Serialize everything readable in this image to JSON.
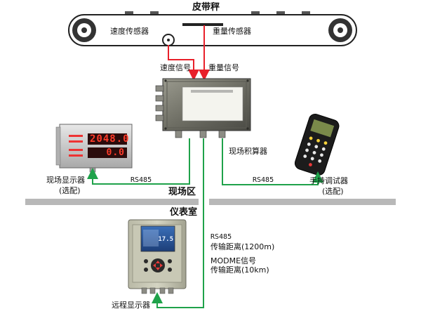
{
  "diagram": {
    "conveyor_scale": "皮带秤",
    "speed_sensor": "速度传感器",
    "weight_sensor": "重量传感器",
    "speed_signal": "速度信号",
    "weight_signal": "重量信号",
    "field_integrator": "现场积算器",
    "field_display_line1": "现场显示器",
    "field_display_line2": "(选配)",
    "handheld_line1": "手持调试器",
    "handheld_line2": "(选配)",
    "rs485_left": "RS485",
    "rs485_right": "RS485",
    "field_area": "现场区",
    "instrument_room": "仪表室",
    "remote_display": "远程显示器",
    "transmission": {
      "rs485": "RS485",
      "rs485_distance": "传输距离(1200m)",
      "modbus": "MODME信号",
      "modbus_distance": "传输距离(10km)"
    },
    "display_readings": {
      "top": "2048.0",
      "bottom": "0.0"
    },
    "remote_screen_reading": "17.5",
    "colors": {
      "signal_line": "#e8202a",
      "comm_line": "#1fa24a",
      "divider": "#b8b8b8",
      "led": "#ff3b2a"
    }
  }
}
